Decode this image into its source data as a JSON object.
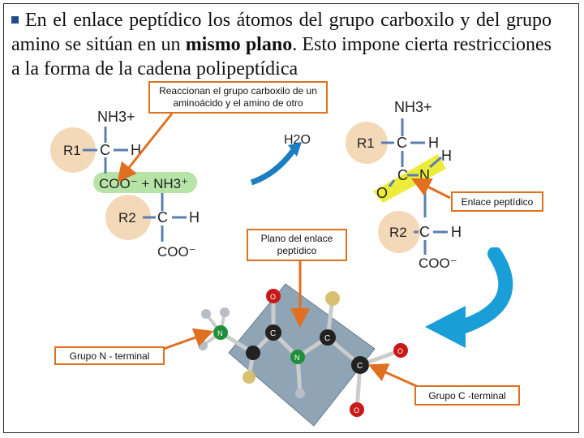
{
  "slide": {
    "bullet_pre": "En el enlace peptídico los átomos del grupo carboxilo y del grupo amino se sitúan en un ",
    "bullet_bold": "mismo plano",
    "bullet_post": ". Esto impone cierta restricciones a la forma de la cadena polipeptídica"
  },
  "callouts": {
    "react": "Reaccionan el grupo carboxilo de un aminoácido y el amino de otro",
    "peptide_bond": "Enlace peptídico",
    "plane": "Plano del enlace peptídico",
    "n_terminal": "Grupo N - terminal",
    "c_terminal": "Grupo C -terminal"
  },
  "chem": {
    "nh3": "NH3+",
    "r1": "R1",
    "r2": "R2",
    "c": "C",
    "h": "H",
    "n": "N",
    "o": "O",
    "coo_nh3": "COO⁻ + NH3⁺",
    "coo": "COO⁻",
    "water": "H2O"
  },
  "model_labels": {
    "o": "O",
    "c": "C",
    "n": "N"
  },
  "colors": {
    "callout_border": "#e07020",
    "r_group": "#f3d9b8",
    "highlight_green": "#b6e3a6",
    "highlight_yellow": "#ecec3a",
    "arrow_blue": "#1a9ed8",
    "plane": "#8fa4b4"
  }
}
